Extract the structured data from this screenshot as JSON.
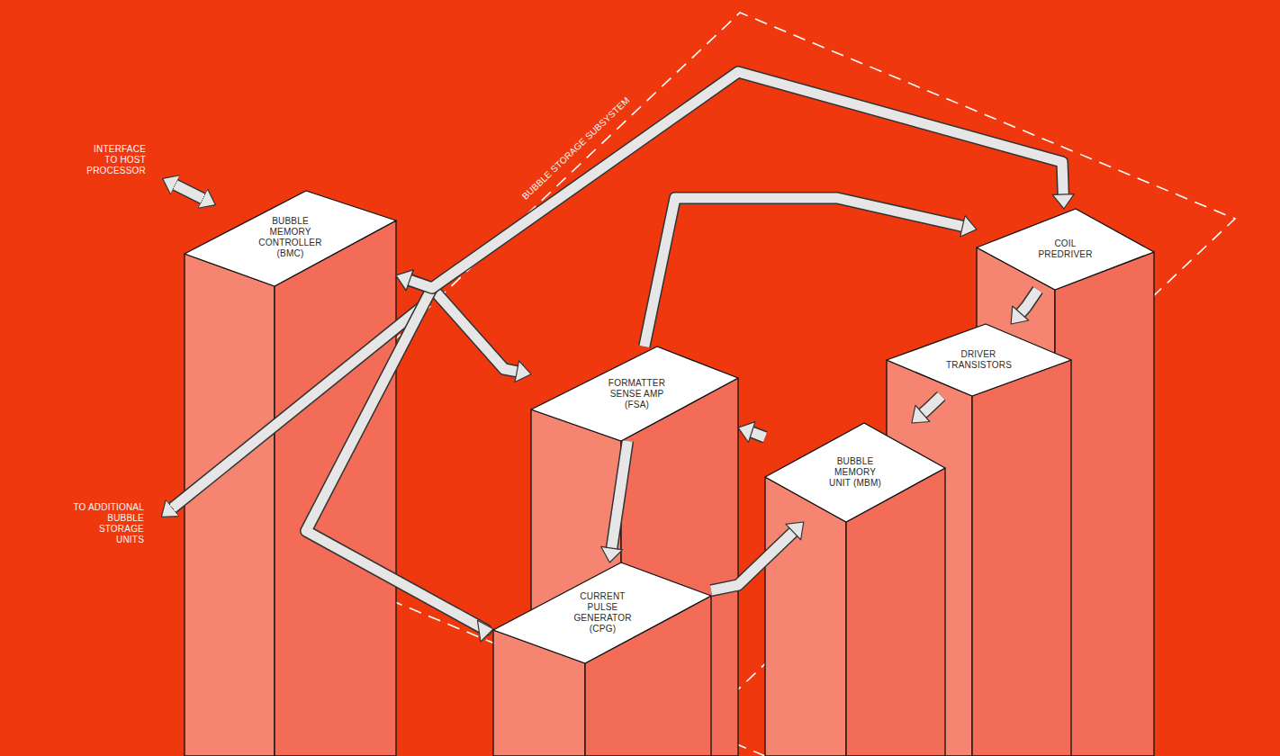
{
  "diagram": {
    "nodes": [
      {
        "text": [
          "BUBBLE MEMORY CONTROLLER (BMC)"
        ]
      },
      {
        "text": [
          "FORMATTER SENSE AMP (FSA)"
        ]
      },
      {
        "text": [
          "COIL PREDRIVER"
        ]
      },
      {
        "text": [
          "DRIVER TRANSISTORS"
        ]
      },
      {
        "text": [
          "BUBBLE MEMORY UNIT (MBM)"
        ]
      },
      {
        "text": [
          "CURRENT PULSE GENERATOR (CPG)"
        ]
      }
    ],
    "edges": [
      {
        "from": 0,
        "to": 1,
        "arrow": "both"
      },
      {
        "from": 0,
        "to": 5,
        "arrow": "both"
      },
      {
        "from": 0,
        "to": 2,
        "arrow": "both"
      },
      {
        "from": 1,
        "to": 2,
        "arrow": "to"
      },
      {
        "from": 2,
        "to": 3,
        "arrow": "to"
      },
      {
        "from": 3,
        "to": 4,
        "arrow": "to"
      },
      {
        "from": 4,
        "to": 1,
        "arrow": "to"
      },
      {
        "from": 1,
        "to": 5,
        "arrow": "to"
      },
      {
        "from": 5,
        "to": 4,
        "arrow": "to"
      }
    ],
    "labels": [
      "INTERFACE TO HOST PROCESSOR",
      "BUBBLE STORAGE SUBSYSTEM",
      "TO ADDITIONAL BUBBLE STORAGE UNITS"
    ]
  }
}
